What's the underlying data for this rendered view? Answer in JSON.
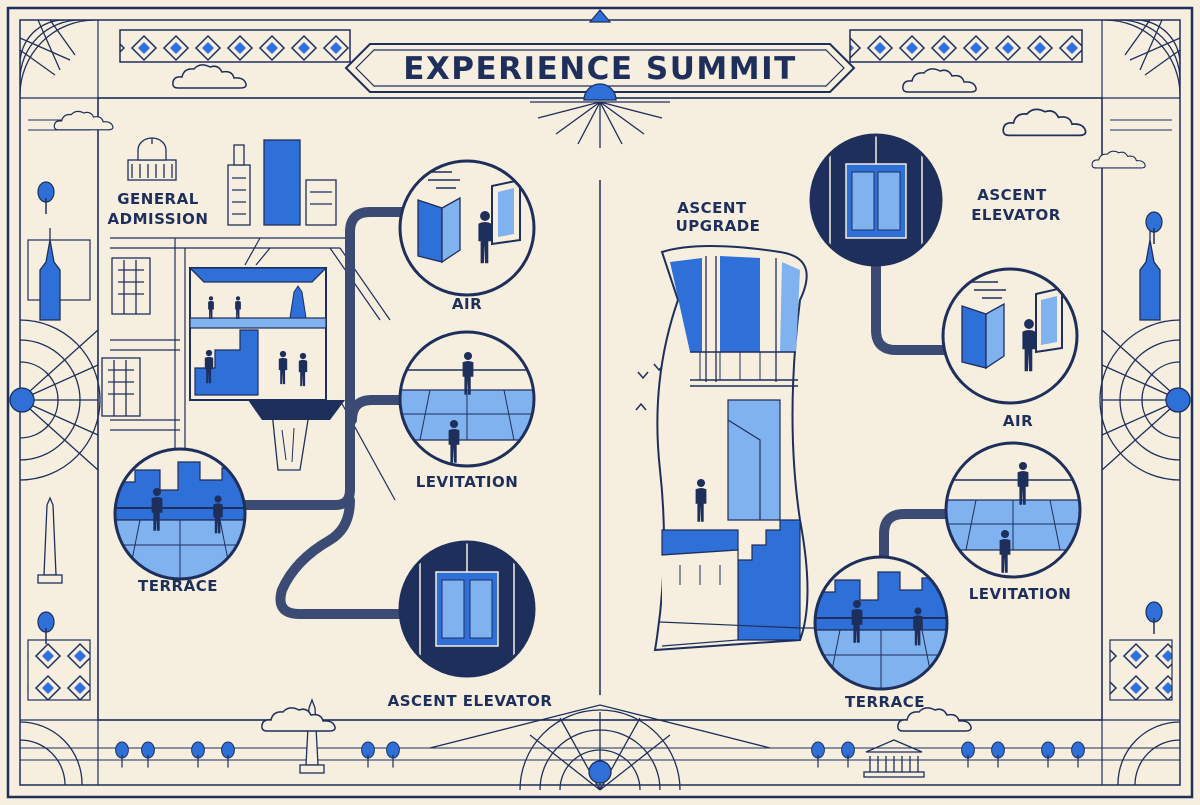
{
  "title": "EXPERIENCE SUMMIT",
  "colors": {
    "navy": "#1f2f5c",
    "blue": "#2f6fd8",
    "light_blue": "#7fb2ef",
    "cream": "#f6efdf",
    "path": "#3b4b74"
  },
  "left": {
    "start": [
      "GENERAL",
      "ADMISSION"
    ],
    "nodes": {
      "air": "AIR",
      "levitation": "LEVITATION",
      "terrace": "TERRACE",
      "elevator": "ASCENT ELEVATOR"
    }
  },
  "right": {
    "start": [
      "ASCENT",
      "UPGRADE"
    ],
    "nodes": {
      "elevator": [
        "ASCENT",
        "ELEVATOR"
      ],
      "air": "AIR",
      "levitation": "LEVITATION",
      "terrace": "TERRACE"
    }
  },
  "icons": [
    "capitol-icon",
    "skyscraper-icon",
    "tree-icon",
    "obelisk-icon",
    "cloud-icon",
    "sunburst-icon",
    "museum-icon",
    "bird-icon"
  ]
}
